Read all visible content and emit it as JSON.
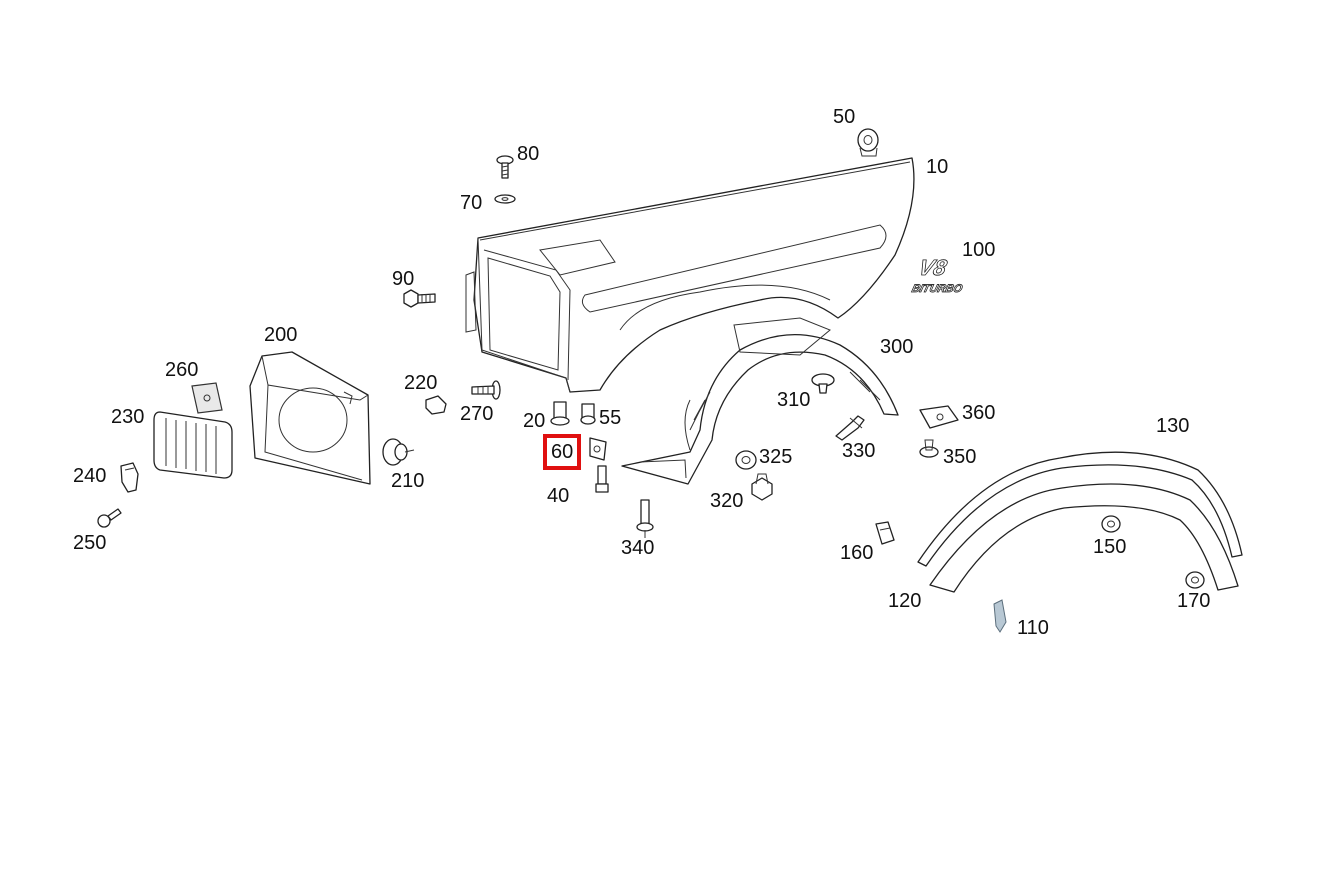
{
  "badge": {
    "line1": "V8",
    "line2": "BITURBO"
  },
  "callouts": [
    {
      "id": "10",
      "label": "10"
    },
    {
      "id": "20",
      "label": "20"
    },
    {
      "id": "40",
      "label": "40"
    },
    {
      "id": "50",
      "label": "50"
    },
    {
      "id": "55",
      "label": "55"
    },
    {
      "id": "60",
      "label": "60",
      "highlighted": true
    },
    {
      "id": "70",
      "label": "70"
    },
    {
      "id": "80",
      "label": "80"
    },
    {
      "id": "90",
      "label": "90"
    },
    {
      "id": "100",
      "label": "100"
    },
    {
      "id": "110",
      "label": "110"
    },
    {
      "id": "120",
      "label": "120"
    },
    {
      "id": "130",
      "label": "130"
    },
    {
      "id": "150",
      "label": "150"
    },
    {
      "id": "160",
      "label": "160"
    },
    {
      "id": "170",
      "label": "170"
    },
    {
      "id": "200",
      "label": "200"
    },
    {
      "id": "210",
      "label": "210"
    },
    {
      "id": "220",
      "label": "220"
    },
    {
      "id": "230",
      "label": "230"
    },
    {
      "id": "240",
      "label": "240"
    },
    {
      "id": "250",
      "label": "250"
    },
    {
      "id": "260",
      "label": "260"
    },
    {
      "id": "270",
      "label": "270"
    },
    {
      "id": "300",
      "label": "300"
    },
    {
      "id": "310",
      "label": "310"
    },
    {
      "id": "320",
      "label": "320"
    },
    {
      "id": "325",
      "label": "325"
    },
    {
      "id": "330",
      "label": "330"
    },
    {
      "id": "340",
      "label": "340"
    },
    {
      "id": "350",
      "label": "350"
    },
    {
      "id": "360",
      "label": "360"
    }
  ],
  "highlight_color": "#e01010"
}
